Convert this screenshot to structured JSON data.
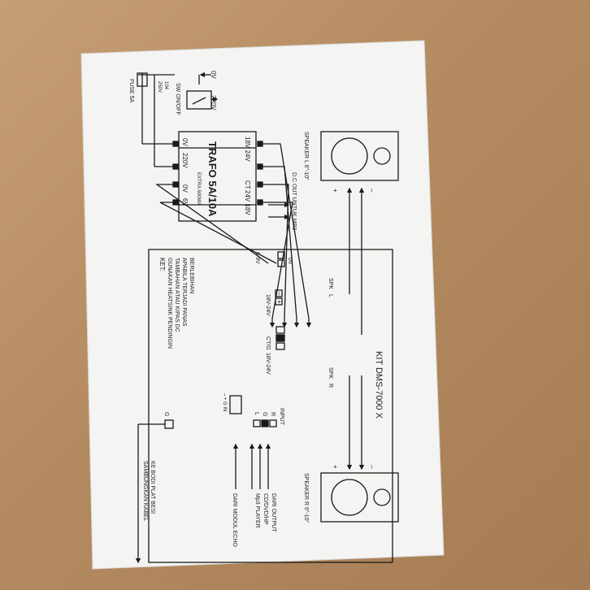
{
  "diagram": {
    "title": "KIT DMS-7000 X",
    "trafo": {
      "name": "TRAFO 5A/10A",
      "primary_labels": [
        "0V",
        "220V"
      ],
      "extra_label": "EXTRA 500MA",
      "extra_taps": [
        "0V",
        "6V"
      ],
      "secondary_taps_top": "18V 24V",
      "secondary_taps_mid": "CT",
      "secondary_taps_bottom": "24V 18V"
    },
    "mains": {
      "zero": "0V",
      "live": "220V",
      "switch": "SW ON/OFF",
      "fuse": "FUSE 5A",
      "cap_1": "104",
      "cap_2": "250V"
    },
    "dc_out": "D.C OUT UNTUK MP3",
    "board": {
      "taps_6v": "6-9V",
      "taps_0v": "0V",
      "minus": "–",
      "plus": "+",
      "supply_top": "18V-24V",
      "supply_mid": "CT/G",
      "supply_bottom": "18V-24V",
      "input_title": "INPUT",
      "input_r": "R",
      "input_g": "G",
      "input_l": "L",
      "echo_pins": "– + G IN",
      "ground": "G"
    },
    "speaker_l": {
      "label": "SPEAKER L 6\"-10\"",
      "plus": "+",
      "minus": "–",
      "spk": "SPK",
      "spk_ch": "L"
    },
    "speaker_r": {
      "label": "SPEAKER R 6\"-10\"",
      "plus": "+",
      "minus": "–",
      "spk": "SPK",
      "spk_ch": "R"
    },
    "note": {
      "head": "KET:",
      "lines": [
        "GUNAKAN HEATSINK PENDINGIN",
        "TAMBAHAN ATAU KIPAS DC",
        "APABILA TERJADI PANAS",
        "BERLEBIHAN"
      ]
    },
    "source": {
      "lines": [
        "DARI OUTPUT",
        "CD/DVD/HP",
        "Mp3 PLAYER"
      ]
    },
    "echo": "DARI MODUL ECHO",
    "ground_note": {
      "lines": [
        "SAMBUNGKAN KABEL",
        "KE BODI PLAT BESI"
      ]
    }
  }
}
